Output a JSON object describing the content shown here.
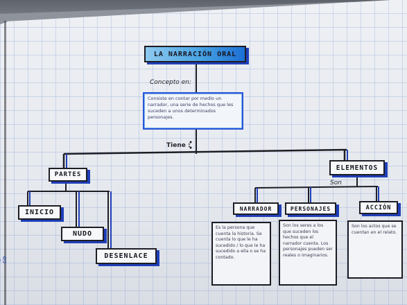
{
  "title": "LA NARRACIÓN ORAL",
  "concepto_label": "Concepto en:",
  "definicion": "Consiste en contar por medio un narrador, una serie de hechos que les suceden a unos determinados personajes.",
  "tiene_label": "Tiene :",
  "son_label": "Son",
  "partes": {
    "title": "PARTES",
    "items": [
      "INICIO",
      "NUDO",
      "DESENLACE"
    ]
  },
  "elementos": {
    "title": "ELEMENTOS",
    "items": [
      {
        "title": "NARRADOR",
        "text": "Es la persona que cuenta la historia. Se cuenta lo que le ha sucedido / lo que le ha sucedido a ella o se ha contado."
      },
      {
        "title": "PERSONAJES",
        "text": "Son los seres a los que suceden los hechos que el narrador cuenta. Los personajes pueden ser reales o imaginarios."
      },
      {
        "title": "ACCIÓN",
        "text": "Son los actos que se cuentan en el relato."
      }
    ]
  },
  "edge_text": "@ co",
  "colors": {
    "accent_blue": "#1f3fb8",
    "title_blue": "#48a3e3",
    "ink": "#15151c"
  }
}
